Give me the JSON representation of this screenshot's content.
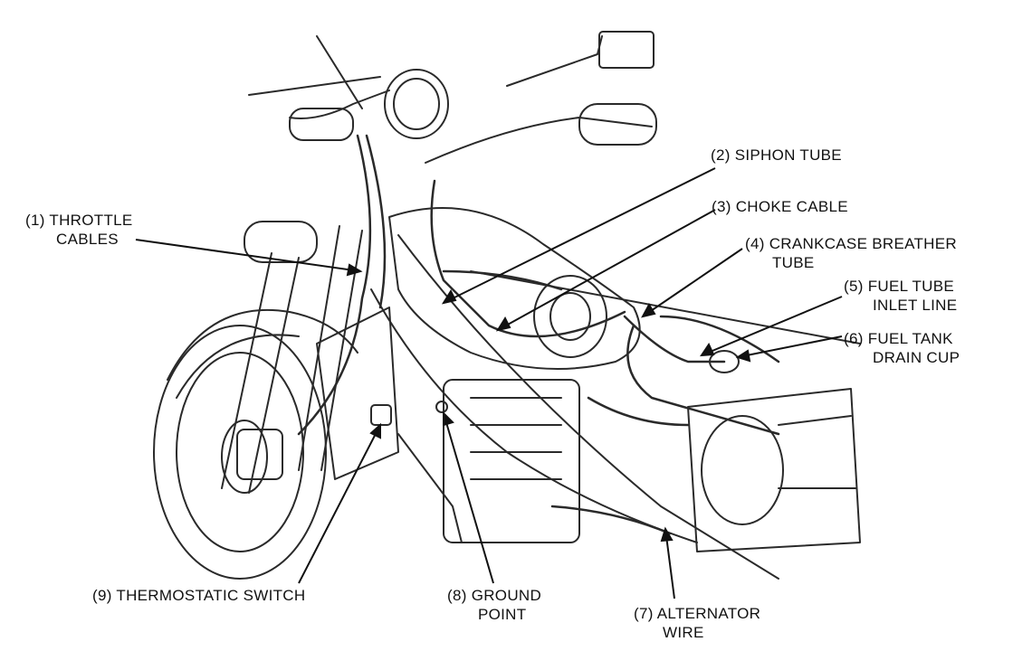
{
  "diagram": {
    "colors": {
      "ink": "#111111",
      "sketch": "#2a2a2a",
      "background": "#ffffff"
    },
    "labels": {
      "throttle_cables": {
        "line1": "(1) THROTTLE",
        "line2": "CABLES"
      },
      "siphon_tube": {
        "line1": "(2) SIPHON TUBE"
      },
      "choke_cable": {
        "line1": "(3) CHOKE CABLE"
      },
      "crankcase_breather_tube": {
        "line1": "(4) CRANKCASE BREATHER",
        "line2": "TUBE"
      },
      "fuel_tube_inlet_line": {
        "line1": "(5) FUEL TUBE",
        "line2": "INLET LINE"
      },
      "fuel_tank_drain_cup": {
        "line1": "(6) FUEL TANK",
        "line2": "DRAIN CUP"
      },
      "alternator_wire": {
        "line1": "(7) ALTERNATOR",
        "line2": "WIRE"
      },
      "ground_point": {
        "line1": "(8) GROUND",
        "line2": "POINT"
      },
      "thermostatic_switch": {
        "line1": "(9) THERMOSTATIC SWITCH"
      }
    }
  }
}
